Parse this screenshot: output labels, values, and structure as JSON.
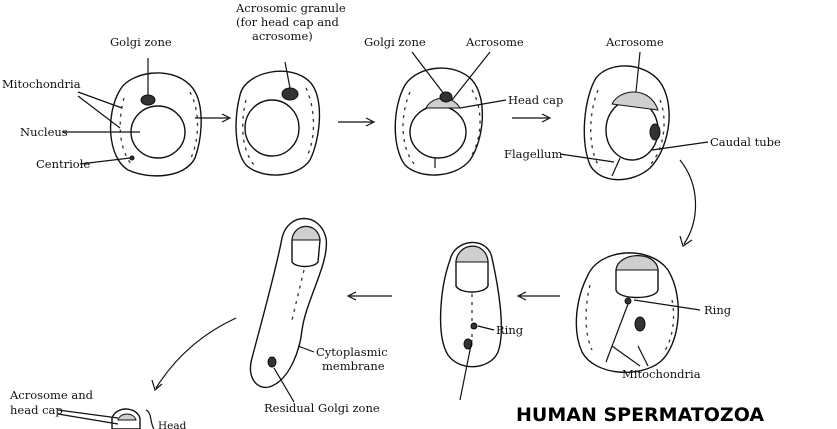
{
  "title": "HUMAN SPERMATOZOA",
  "labels": {
    "golgi_zone_1": "Golgi zone",
    "mitochondria_1": "Mitochondria",
    "nucleus": "Nucleus",
    "centriole": "Centriole",
    "acrosomic_granule_1": "Acrosomic granule",
    "acrosomic_granule_2": "(for head cap and",
    "acrosomic_granule_3": "acrosome)",
    "golgi_zone_2": "Golgi zone",
    "acrosome_1": "Acrosome",
    "head_cap_1": "Head cap",
    "acrosome_2": "Acrosome",
    "caudal_tube": "Caudal tube",
    "flagellum": "Flagellum",
    "ring_1": "Ring",
    "ring_2": "Ring",
    "mitochondria_2": "Mitochondria",
    "cytoplasmic_membrane_1": "Cytoplasmic",
    "cytoplasmic_membrane_2": "membrane",
    "residual_golgi_zone": "Residual Golgi zone",
    "acrosome_head_cap_1": "Acrosome and",
    "acrosome_head_cap_2": "head cap",
    "head_partial": "Head"
  }
}
